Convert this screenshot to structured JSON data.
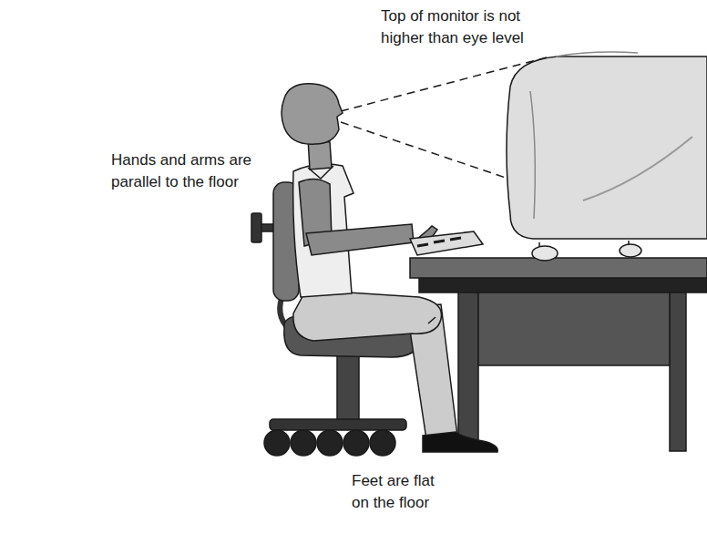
{
  "diagram": {
    "labels": [
      "Top of monitor is not higher than eye level",
      "Hands and arms are parallel to the floor",
      "Feet are flat on the floor"
    ]
  }
}
